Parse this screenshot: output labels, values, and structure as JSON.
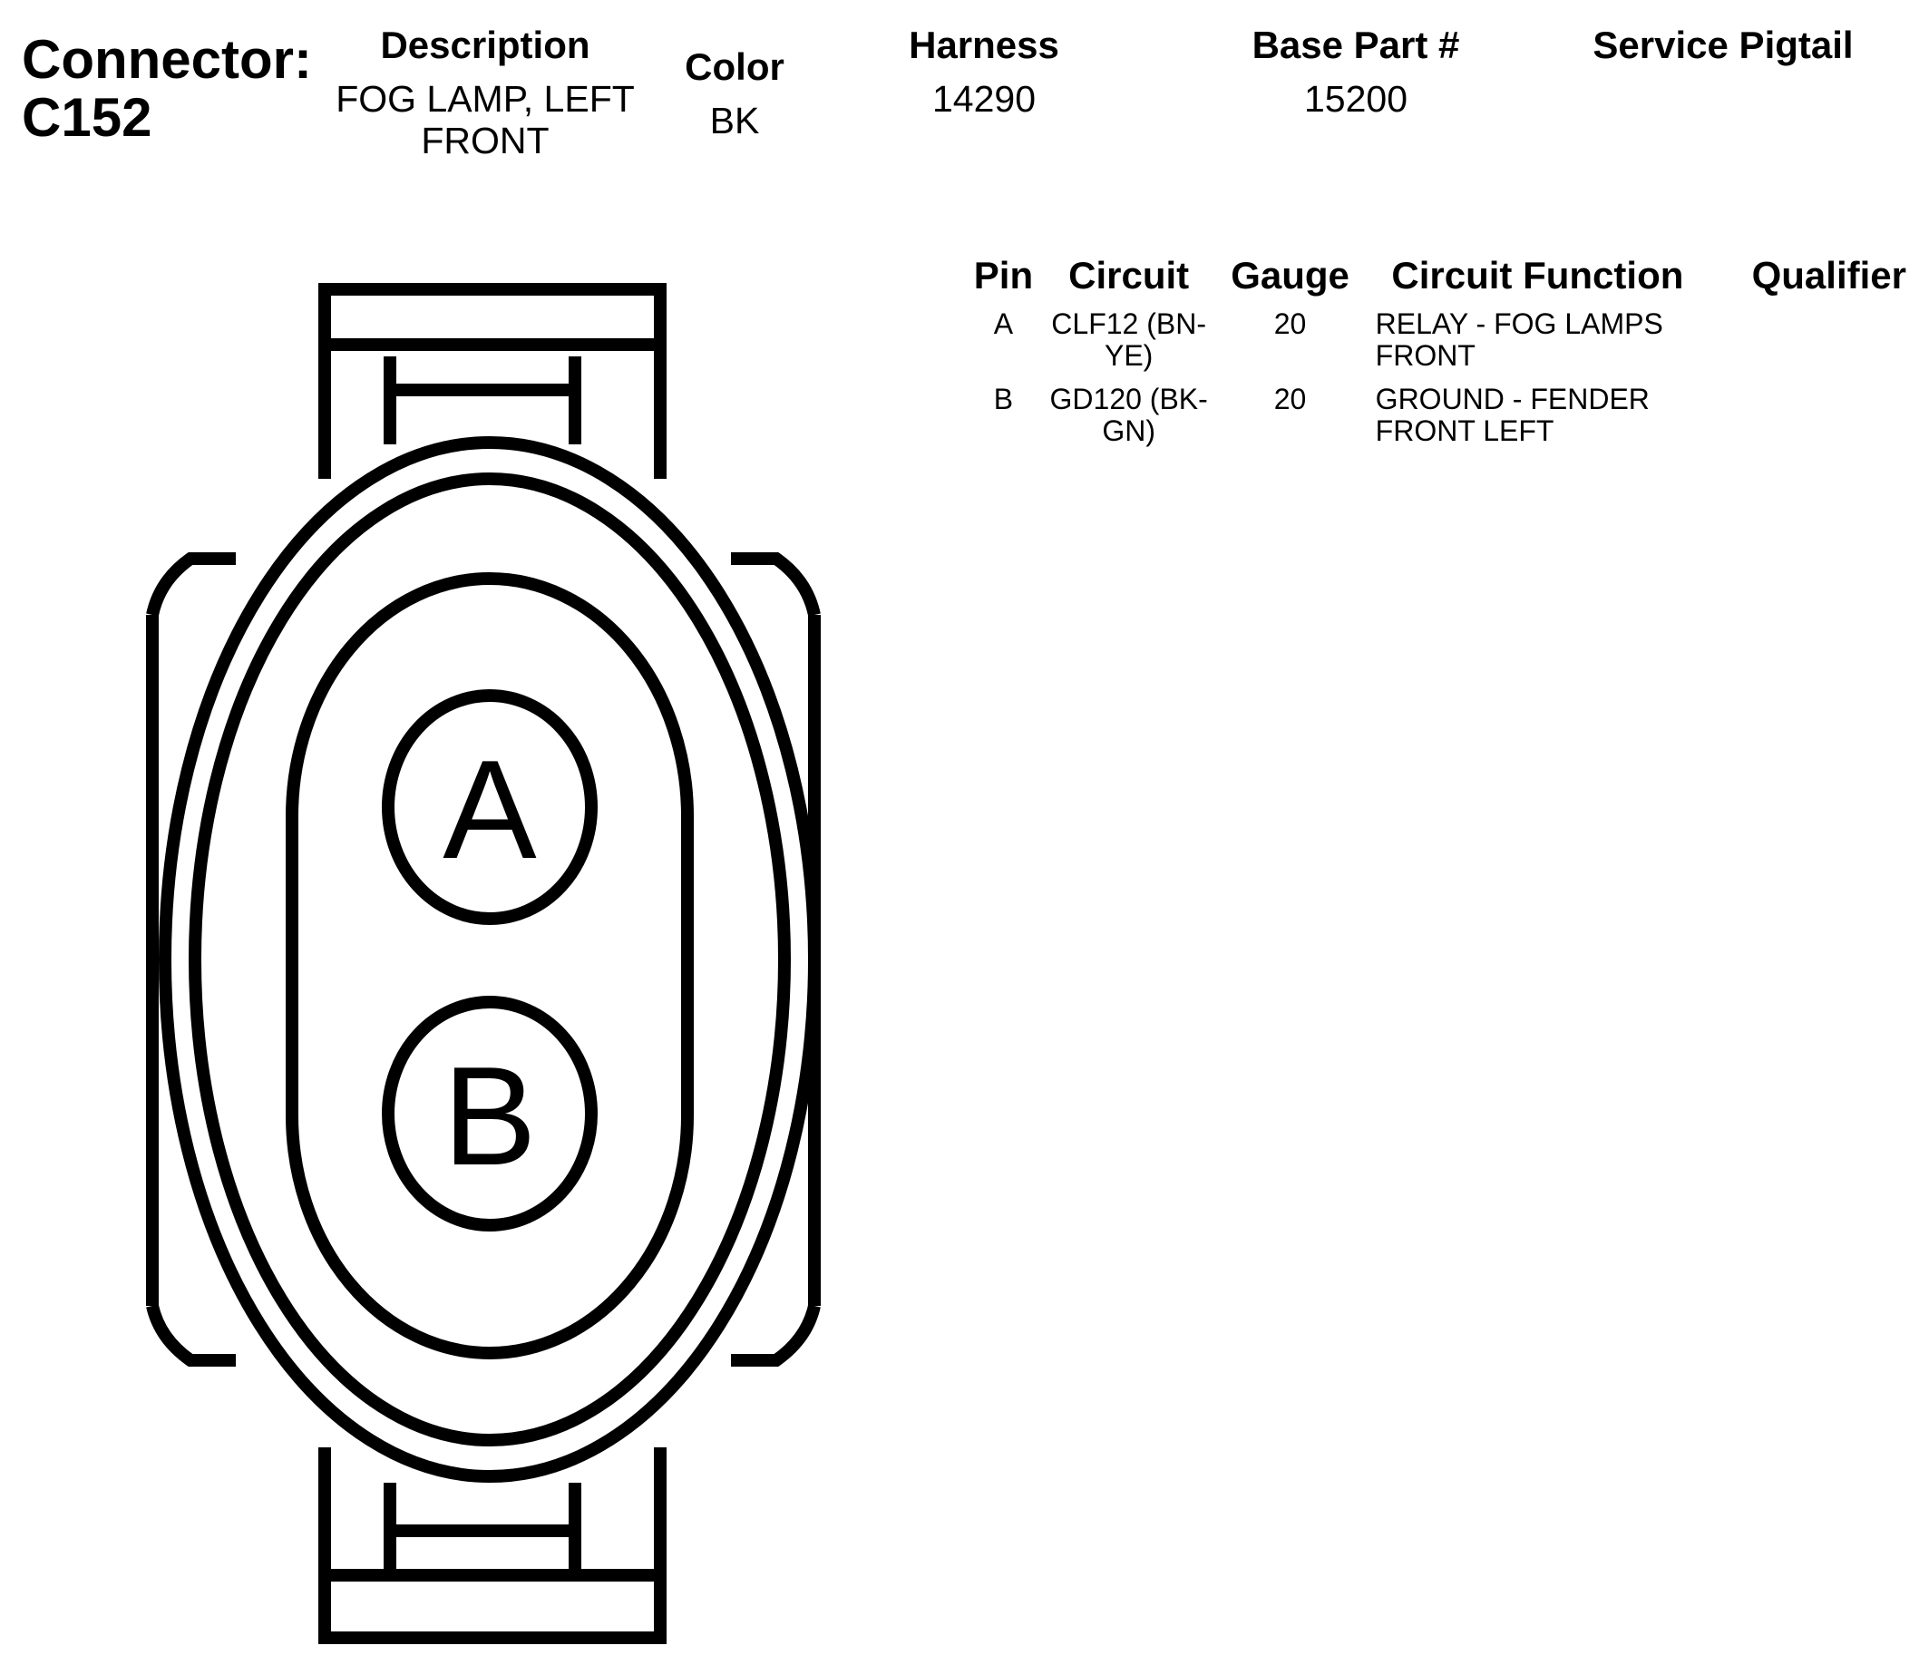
{
  "connector": {
    "label_line1": "Connector:",
    "label_line2": "C152"
  },
  "header": {
    "description_label": "Description",
    "description_value": "FOG LAMP, LEFT FRONT",
    "color_label": "Color",
    "color_value": "BK",
    "harness_label": "Harness",
    "harness_value": "14290",
    "base_part_label": "Base Part #",
    "base_part_value": "15200",
    "service_pigtail_label": "Service Pigtail",
    "service_pigtail_value": ""
  },
  "pin_table": {
    "headers": {
      "pin": "Pin",
      "circuit": "Circuit",
      "gauge": "Gauge",
      "circuit_function": "Circuit Function",
      "qualifier": "Qualifier"
    },
    "rows": [
      {
        "pin": "A",
        "circuit_line1": "CLF12 (BN-",
        "circuit_line2": "YE)",
        "gauge": "20",
        "function_line1": "RELAY - FOG LAMPS",
        "function_line2": "FRONT",
        "qualifier": ""
      },
      {
        "pin": "B",
        "circuit_line1": "GD120 (BK-",
        "circuit_line2": "GN)",
        "gauge": "20",
        "function_line1": "GROUND - FENDER",
        "function_line2": "FRONT LEFT",
        "qualifier": ""
      }
    ]
  },
  "diagram": {
    "pin_labels": [
      "A",
      "B"
    ],
    "line_color": "#000000"
  }
}
